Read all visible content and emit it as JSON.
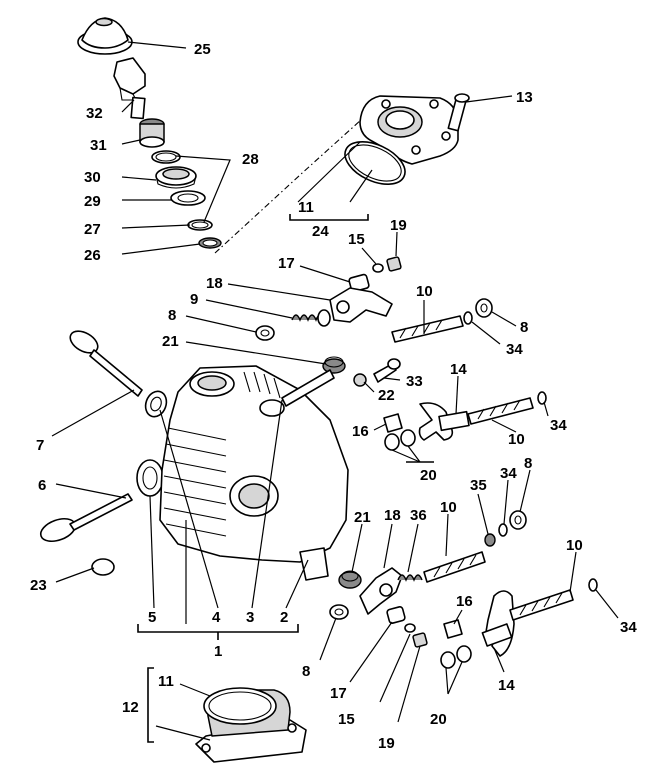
{
  "callouts": {
    "c25": "25",
    "c32": "32",
    "c31": "31",
    "c30": "30",
    "c28": "28",
    "c29": "29",
    "c27": "27",
    "c26": "26",
    "c13": "13",
    "c11a": "11",
    "c24": "24",
    "c19a": "19",
    "c15a": "15",
    "c17a": "17",
    "c18a": "18",
    "c9": "9",
    "c8a": "8",
    "c10a": "10",
    "c8b": "8",
    "c34a": "34",
    "c21a": "21",
    "c33": "33",
    "c22": "22",
    "c14a": "14",
    "c7": "7",
    "c16a": "16",
    "c10b": "10",
    "c34b": "34",
    "c20a": "20",
    "c6": "6",
    "c35": "35",
    "c34c": "34",
    "c8c": "8",
    "c21b": "21",
    "c18b": "18",
    "c36": "36",
    "c10c": "10",
    "c10d": "10",
    "c23": "23",
    "c5": "5",
    "c4": "4",
    "c3": "3",
    "c2": "2",
    "c1": "1",
    "c16b": "16",
    "c34d": "34",
    "c8d": "8",
    "c17b": "17",
    "c15b": "15",
    "c19b": "19",
    "c14b": "14",
    "c20b": "20",
    "c11b": "11",
    "c12": "12"
  }
}
